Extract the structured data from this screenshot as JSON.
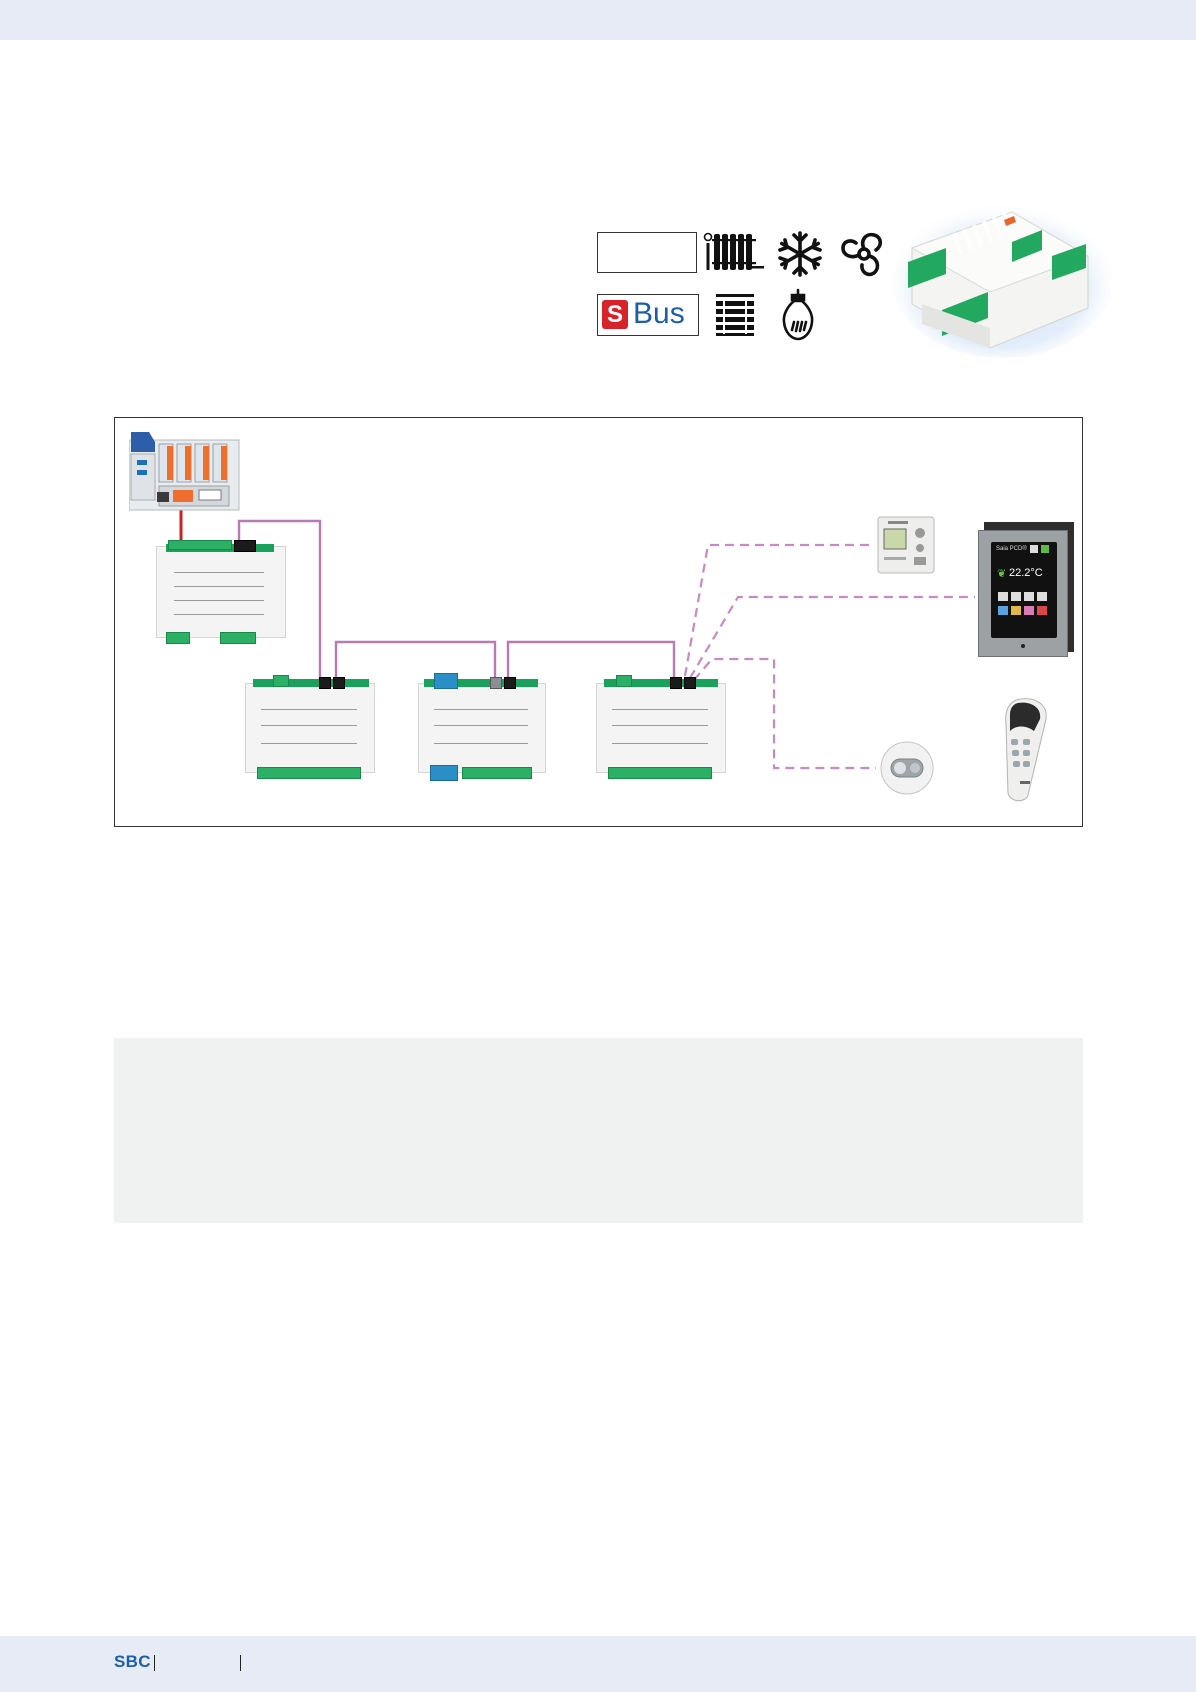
{
  "footer": {
    "brand": "SBC"
  },
  "badges": {
    "sbus_s": "S",
    "sbus_bus": "Bus"
  },
  "touch_panel": {
    "brand": "Saia PCD®",
    "temperature": "22.2°C"
  },
  "icons": [
    "radiator-icon",
    "snowflake-icon",
    "fan-icon",
    "blinds-icon",
    "light-bulb-icon"
  ],
  "colors": {
    "wire": "#b77bb3",
    "dashed_wire": "#c88ac2",
    "terminal_green": "#2cb066",
    "band": "#e6ebf6",
    "sbus_red": "#d8232a",
    "sbus_blue": "#1c5ea8"
  }
}
